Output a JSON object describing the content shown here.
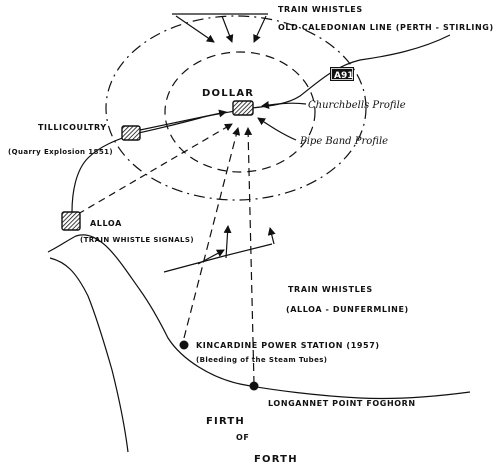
{
  "labels": {
    "train_whistles_top_1": "TRAIN WHISTLES",
    "train_whistles_top_2": "OLD CALEDONIAN LINE  (PERTH - STIRLING)",
    "road": "A91",
    "dollar": "DOLLAR",
    "churchbells": "Churchbells Profile",
    "pipe_band": "Pipe Band Profile",
    "tillicoultry": "TILLICOULTRY",
    "quarry": "(Quarry Explosion 1851)",
    "alloa": "ALLOA",
    "alloa_signals": "(TRAIN WHISTLE SIGNALS)",
    "train_whistles_lower_1": "TRAIN WHISTLES",
    "train_whistles_lower_2": "(ALLOA - DUNFERMLINE)",
    "kincardine_1": "KINCARDINE POWER STATION (1957)",
    "kincardine_2": "(Bleeding of the Steam Tubes)",
    "longannet": "LONGANNET POINT FOGHORN",
    "firth": "FIRTH",
    "of": "OF",
    "forth": "FORTH"
  },
  "colors": {
    "ink": "#111111",
    "paper": "#ffffff"
  }
}
